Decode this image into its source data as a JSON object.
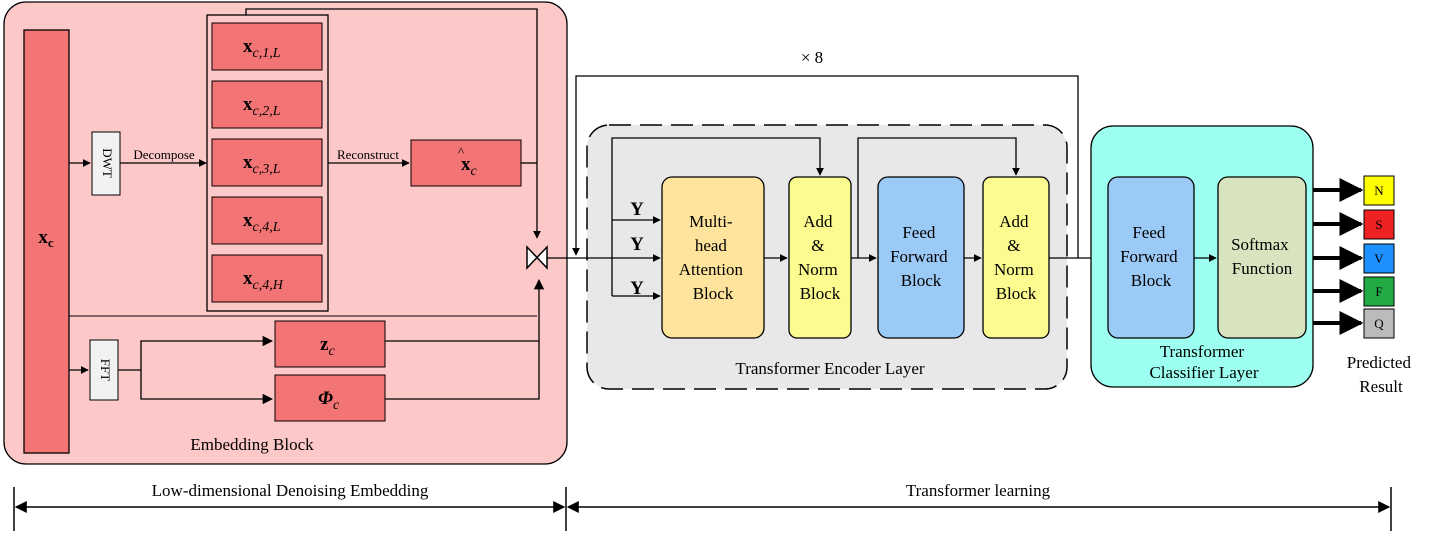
{
  "embedding": {
    "block_label": "Embedding Block",
    "xc_label": "x",
    "xc_sub": "c",
    "dwt_label": "DWT",
    "fft_label": "FFT",
    "decompose_label": "Decompose",
    "reconstruct_label": "Reconstruct",
    "coeffs": [
      {
        "base": "x",
        "sub": "c,1,L"
      },
      {
        "base": "x",
        "sub": "c,2,L"
      },
      {
        "base": "x",
        "sub": "c,3,L"
      },
      {
        "base": "x",
        "sub": "c,4,L"
      },
      {
        "base": "x",
        "sub": "c,4,H"
      }
    ],
    "recon": {
      "base": "x",
      "hat": "^",
      "sub": "c"
    },
    "z": {
      "base": "z",
      "sub": "c"
    },
    "phi": {
      "base": "Φ",
      "sub": "c"
    }
  },
  "repeat_label": "× 8",
  "encoder": {
    "layer_label": "Transformer Encoder Layer",
    "y_inputs": [
      "Y",
      "Y",
      "Y"
    ],
    "mha": [
      "Multi-",
      "head",
      "Attention",
      "Block"
    ],
    "addnorm1": [
      "Add",
      "&",
      "Norm",
      "Block"
    ],
    "ff": [
      "Feed",
      "Forward",
      "Block"
    ],
    "addnorm2": [
      "Add",
      "&",
      "Norm",
      "Block"
    ]
  },
  "classifier": {
    "layer_label": [
      "Transformer",
      "Classifier Layer"
    ],
    "ff": [
      "Feed",
      "Forward",
      "Block"
    ],
    "softmax": [
      "Softmax",
      "Function"
    ]
  },
  "outputs": {
    "classes": [
      {
        "label": "N",
        "color": "#ffff00"
      },
      {
        "label": "S",
        "color": "#ee2222"
      },
      {
        "label": "V",
        "color": "#1e90ff"
      },
      {
        "label": "F",
        "color": "#22aa44"
      },
      {
        "label": "Q",
        "color": "#bbbbbb"
      }
    ],
    "result_label": [
      "Predicted",
      "Result"
    ]
  },
  "spans": {
    "left": "Low-dimensional Denoising Embedding",
    "right": "Transformer learning"
  },
  "colors": {
    "embedding_bg": "#fcc8c8",
    "red_box": "#f37474",
    "encoder_bg": "#e8e8e8",
    "mha_fill": "#fde39b",
    "addnorm_fill": "#fbfb8f",
    "ff_fill": "#9ccaf7",
    "classifier_bg": "#9cfff0",
    "softmax_fill": "#d8e4bf"
  }
}
